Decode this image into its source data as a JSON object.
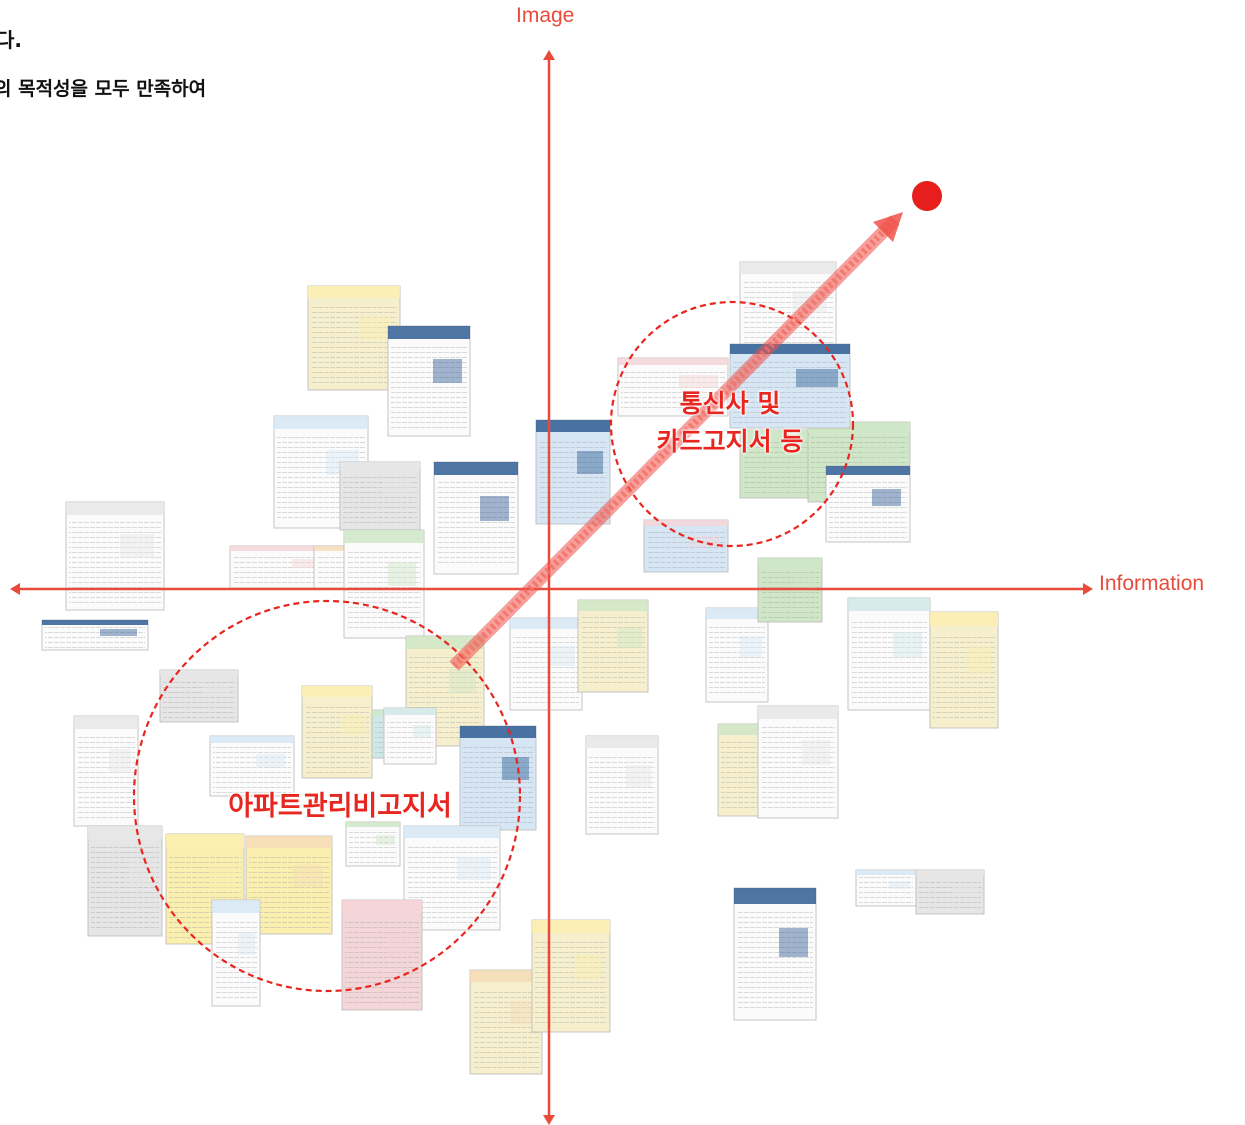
{
  "header": {
    "line1": "다.",
    "line2": "의 목적성을 모두 만족하여"
  },
  "axes": {
    "vertical_label": "Image",
    "horizontal_label": "Information",
    "color": "#e84b3c"
  },
  "clusters": {
    "telecom": {
      "line1": "통신사 및",
      "line2": "카드고지서 등"
    },
    "apartment": {
      "label": "아파트관리비고지서"
    },
    "circle_color": "#e8261f"
  },
  "trend_arrow": {
    "color": "#f0524a",
    "target_color": "#e61e1e"
  },
  "thumbnail_palette": {
    "yellow": "#fbefb0",
    "cream": "#f6efce",
    "blue": "#d6e6f5",
    "navy": "#2f5d93",
    "green": "#cfe6c7",
    "teal": "#cfe8e6",
    "pink": "#f4d5d8",
    "gray": "#e6e6e6",
    "white": "#fbfbfb",
    "orange": "#f5dcb7"
  },
  "thumbnails": [
    {
      "tone": "cream",
      "stripe": "yellow"
    },
    {
      "tone": "white",
      "stripe": "navy"
    },
    {
      "tone": "white",
      "stripe": "blue"
    },
    {
      "tone": "gray",
      "stripe": "gray"
    },
    {
      "tone": "white",
      "stripe": "navy"
    },
    {
      "tone": "blue",
      "stripe": "navy"
    },
    {
      "tone": "white",
      "stripe": "gray"
    },
    {
      "tone": "white",
      "stripe": "pink"
    },
    {
      "tone": "white",
      "stripe": "orange"
    },
    {
      "tone": "white",
      "stripe": "green"
    },
    {
      "tone": "white",
      "stripe": "navy"
    },
    {
      "tone": "cream",
      "stripe": "green"
    },
    {
      "tone": "cream",
      "stripe": "yellow"
    },
    {
      "tone": "teal",
      "stripe": "green"
    },
    {
      "tone": "white",
      "stripe": "teal"
    },
    {
      "tone": "blue",
      "stripe": "navy"
    },
    {
      "tone": "white",
      "stripe": "blue"
    },
    {
      "tone": "cream",
      "stripe": "green"
    },
    {
      "tone": "white",
      "stripe": "gray"
    },
    {
      "tone": "white",
      "stripe": "blue"
    },
    {
      "tone": "green",
      "stripe": "green"
    },
    {
      "tone": "cream",
      "stripe": "green"
    },
    {
      "tone": "white",
      "stripe": "gray"
    },
    {
      "tone": "white",
      "stripe": "teal"
    },
    {
      "tone": "cream",
      "stripe": "yellow"
    },
    {
      "tone": "blue",
      "stripe": "pink"
    },
    {
      "tone": "white",
      "stripe": "gray"
    },
    {
      "tone": "white",
      "stripe": "pink"
    },
    {
      "tone": "green",
      "stripe": "green"
    },
    {
      "tone": "green",
      "stripe": "green"
    },
    {
      "tone": "white",
      "stripe": "navy"
    },
    {
      "tone": "blue",
      "stripe": "navy"
    },
    {
      "tone": "gray",
      "stripe": "gray"
    },
    {
      "tone": "white",
      "stripe": "gray"
    },
    {
      "tone": "gray",
      "stripe": "gray"
    },
    {
      "tone": "yellow",
      "stripe": "yellow"
    },
    {
      "tone": "white",
      "stripe": "blue"
    },
    {
      "tone": "yellow",
      "stripe": "orange"
    },
    {
      "tone": "white",
      "stripe": "blue"
    },
    {
      "tone": "white",
      "stripe": "green"
    },
    {
      "tone": "white",
      "stripe": "blue"
    },
    {
      "tone": "pink",
      "stripe": "pink"
    },
    {
      "tone": "cream",
      "stripe": "orange"
    }
  ]
}
